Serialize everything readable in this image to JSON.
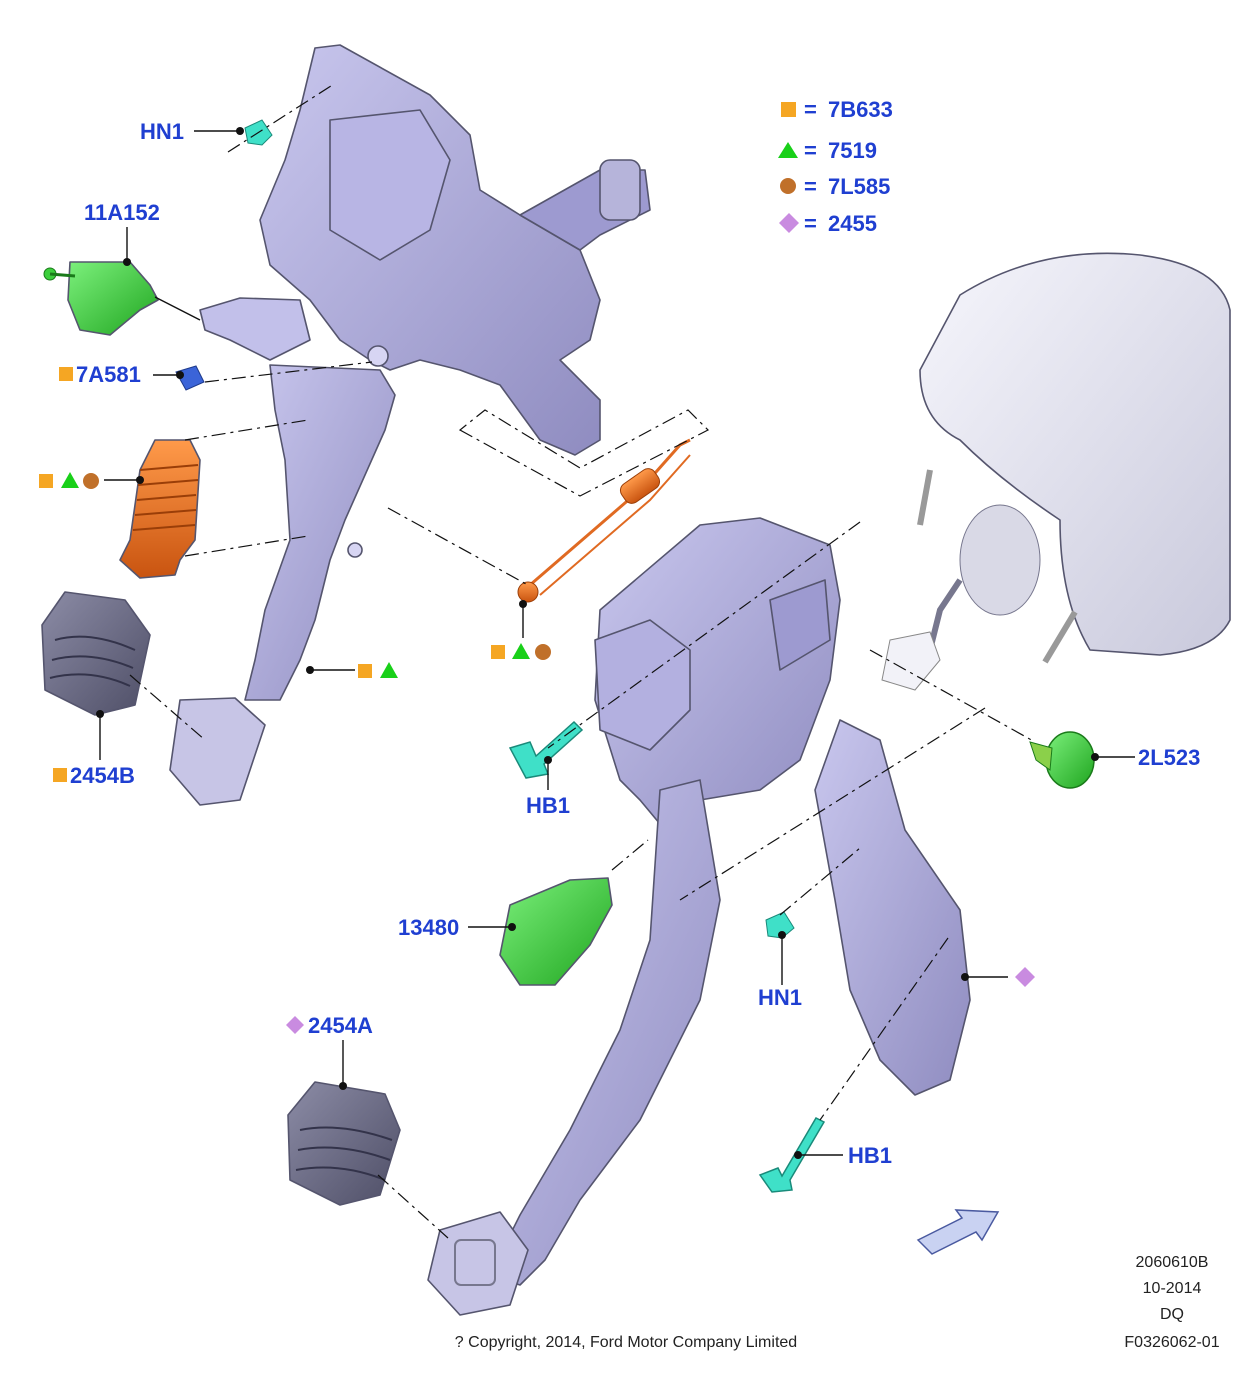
{
  "colors": {
    "label": "#1f3fd1",
    "square_orange": "#f5a623",
    "triangle_green": "#19d019",
    "circle_brown": "#c0702a",
    "diamond_violet": "#c98be0",
    "pedal_box": "#a9a6d6",
    "pad": "#6a6a86",
    "switch_green": "#3ccf3c",
    "clip_cyan": "#3fe0c8",
    "spring_orange": "#f07a2a",
    "booster": "#e6e6f2"
  },
  "legend": [
    {
      "marker": "square",
      "code": "7B633"
    },
    {
      "marker": "triangle",
      "code": "7519"
    },
    {
      "marker": "circle",
      "code": "7L585"
    },
    {
      "marker": "diamond",
      "code": "2455"
    }
  ],
  "callouts": {
    "hn1_top": "HN1",
    "part_11a152": "11A152",
    "part_7a581": "7A581",
    "part_2454b": "2454B",
    "hb1_mid": "HB1",
    "part_2l523": "2L523",
    "part_13480": "13480",
    "hn1_bottom": "HN1",
    "part_2454a": "2454A",
    "hb1_bottom": "HB1"
  },
  "footer": {
    "doc_id": "2060610B",
    "date": "10-2014",
    "code": "DQ",
    "figure_id": "F0326062-01",
    "copyright": "? Copyright, 2014, Ford Motor Company Limited"
  }
}
